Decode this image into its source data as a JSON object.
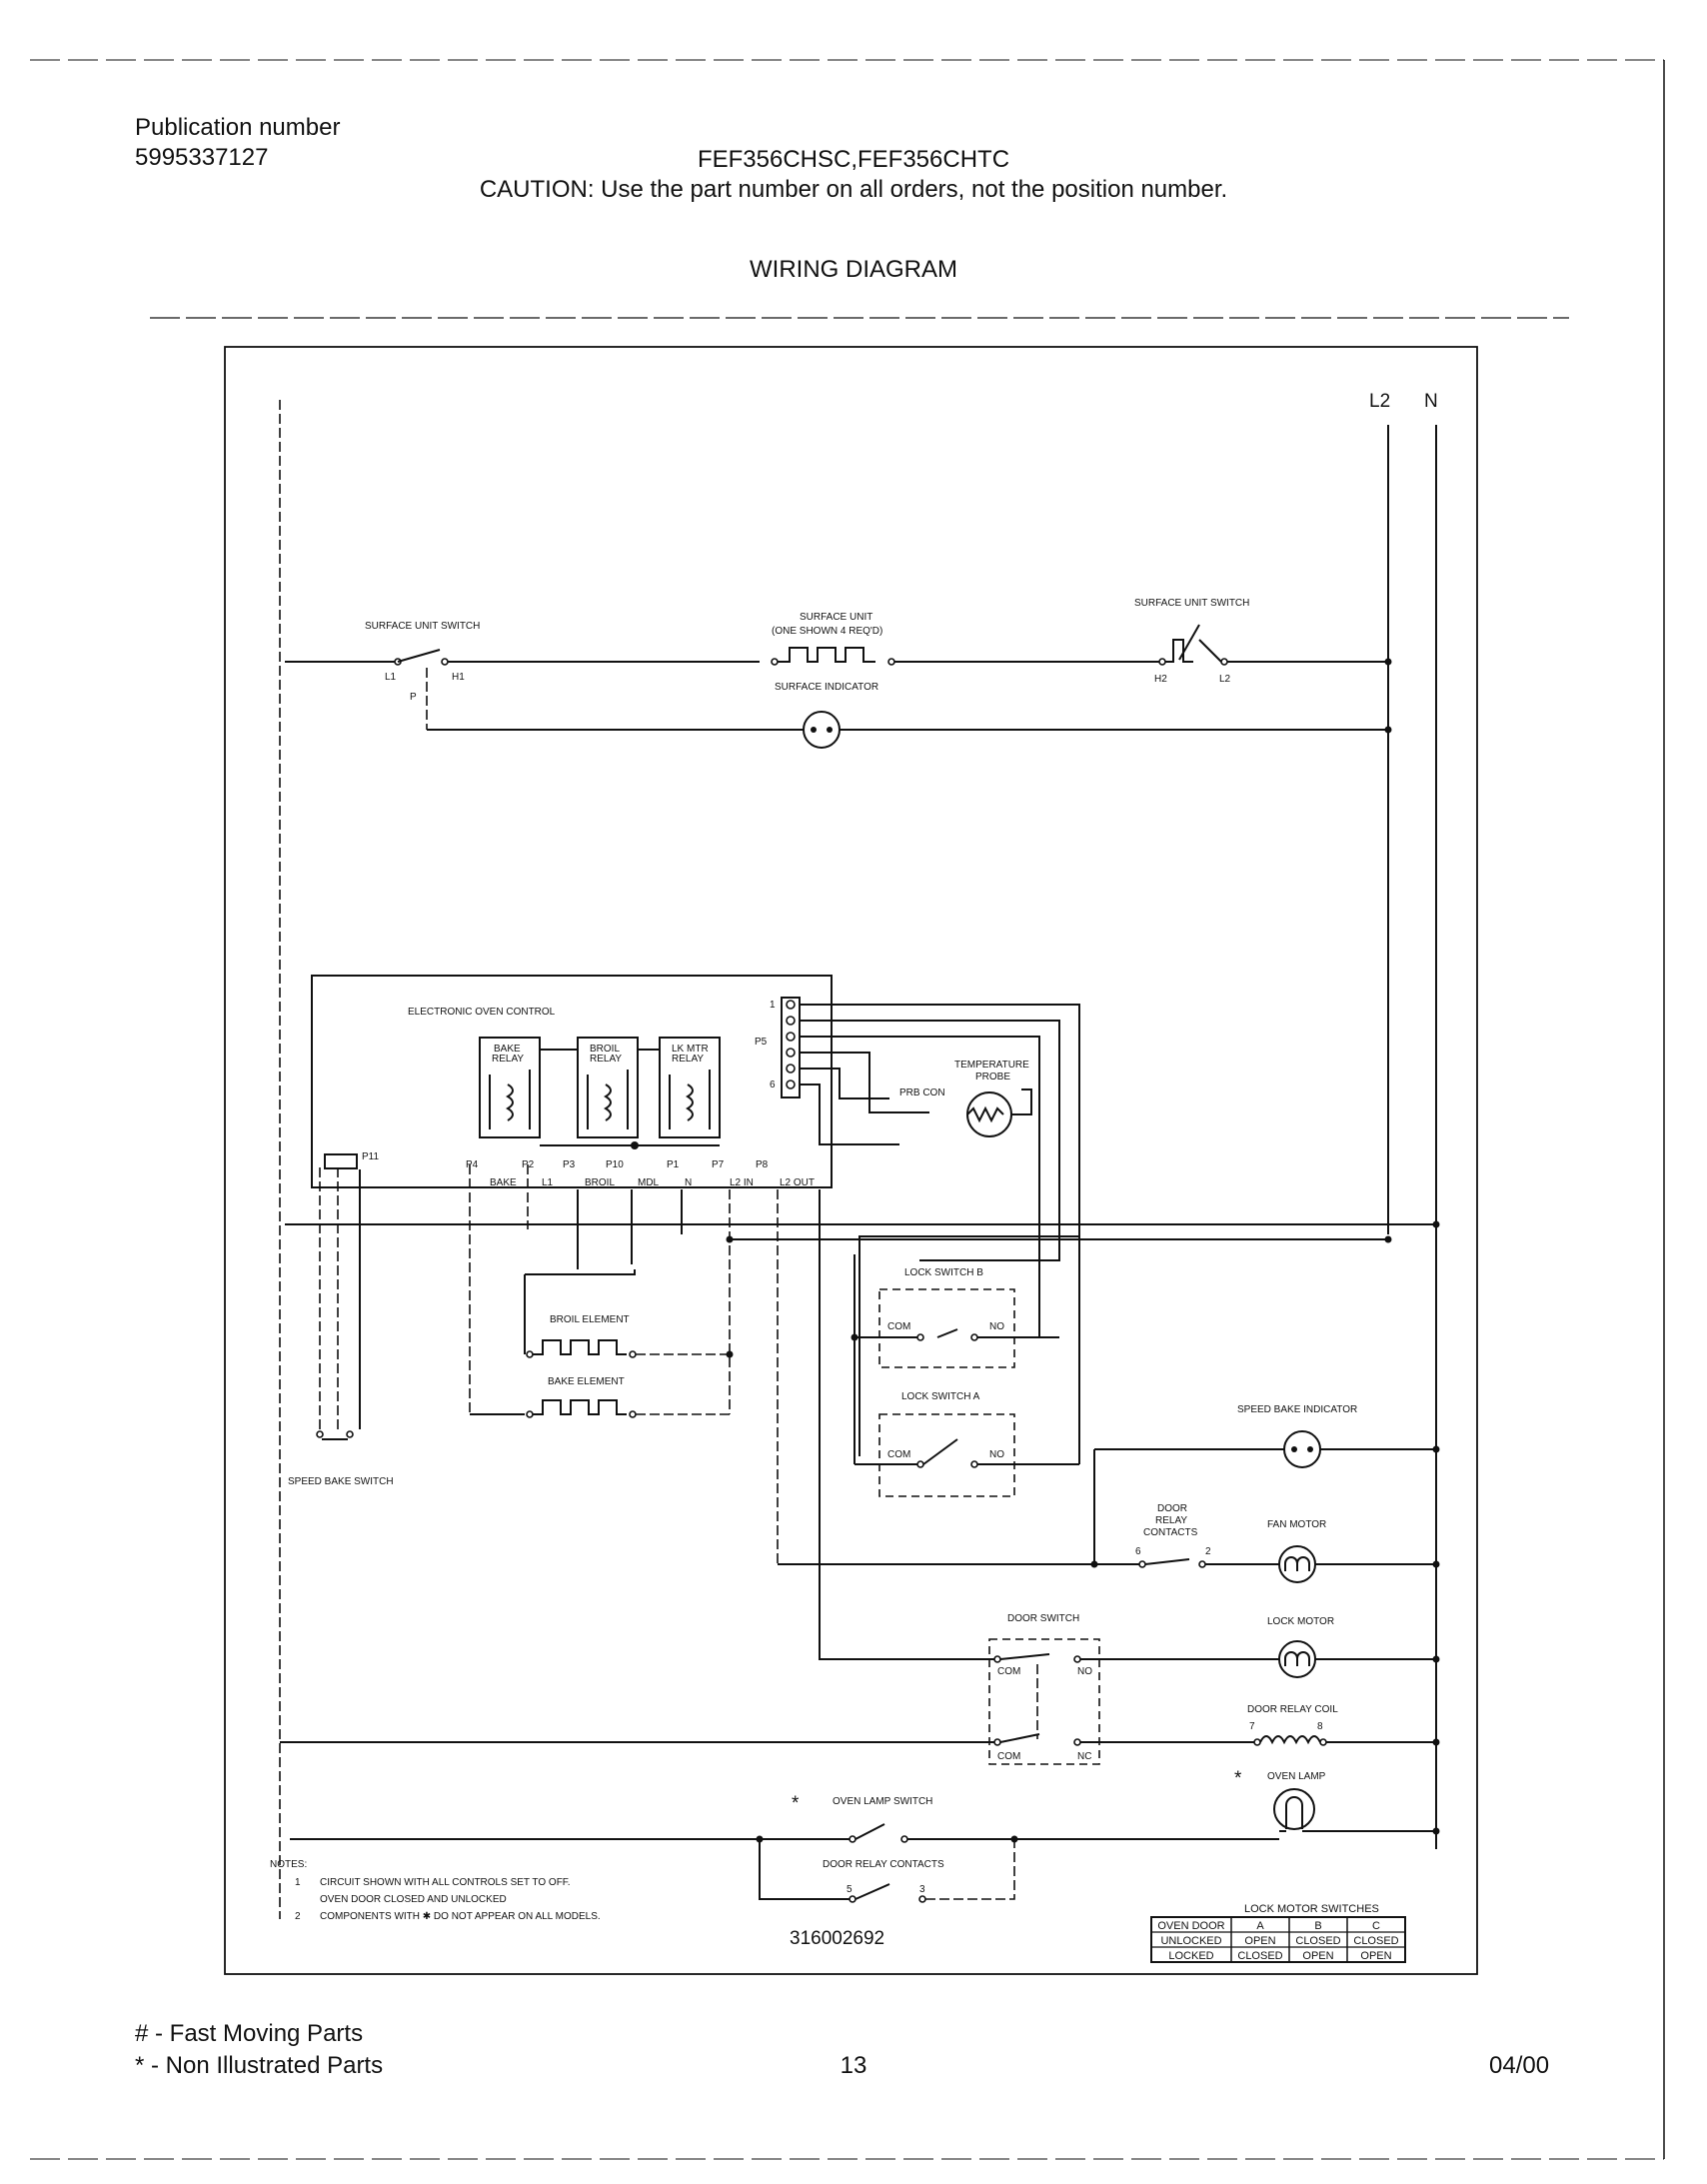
{
  "header": {
    "publication_label": "Publication number",
    "publication_number": "5995337127",
    "models": "FEF356CHSC,FEF356CHTC",
    "caution": "CAUTION:  Use the part number on all orders, not the position number.",
    "title": "WIRING DIAGRAM"
  },
  "diagram": {
    "lines": {
      "l2": "L2",
      "n": "N"
    },
    "surface": {
      "switch_left": "SURFACE UNIT SWITCH",
      "switch_left_h1": "H1",
      "switch_left_l1": "L1",
      "switch_left_p": "P",
      "unit_line1": "SURFACE UNIT",
      "unit_line2": "(ONE SHOWN 4 REQ'D)",
      "indicator": "SURFACE INDICATOR",
      "switch_right": "SURFACE UNIT SWITCH",
      "switch_right_h2": "H2",
      "switch_right_l2": "L2"
    },
    "control": {
      "title": "ELECTRONIC OVEN CONTROL",
      "bake_relay_1": "BAKE",
      "bake_relay_2": "RELAY",
      "broil_relay_1": "BROIL",
      "broil_relay_2": "RELAY",
      "lk_relay_1": "LK MTR",
      "lk_relay_2": "RELAY",
      "p4": "P4",
      "p2": "P2",
      "p3": "P3",
      "p10": "P10",
      "p1": "P1",
      "p7": "P7",
      "p8": "P8",
      "bake": "BAKE",
      "l1": "L1",
      "broil": "BROIL",
      "mdl": "MDL",
      "n": "N",
      "l2in": "L2 IN",
      "l2out": "L2 OUT",
      "p5": "P5",
      "pin1": "1",
      "pin6": "6",
      "p11": "P11"
    },
    "probe": {
      "label_1": "TEMPERATURE",
      "label_2": "PROBE",
      "con": "PRB CON"
    },
    "elements": {
      "broil": "BROIL ELEMENT",
      "bake": "BAKE ELEMENT"
    },
    "speed_bake_switch": "SPEED BAKE SWITCH",
    "lock_switch_b": {
      "label": "LOCK SWITCH B",
      "com": "COM",
      "no": "NO"
    },
    "lock_switch_a": {
      "label": "LOCK SWITCH A",
      "com": "COM",
      "no": "NO"
    },
    "speed_bake_indicator": "SPEED BAKE INDICATOR",
    "door_relay_contacts_1": "DOOR",
    "door_relay_contacts_2": "RELAY",
    "door_relay_contacts_3": "CONTACTS",
    "door_relay_contacts_6": "6",
    "door_relay_contacts_2n": "2",
    "fan_motor": "FAN MOTOR",
    "door_switch": {
      "label": "DOOR SWITCH",
      "com": "COM",
      "no": "NO",
      "nc": "NC"
    },
    "lock_motor": "LOCK MOTOR",
    "door_relay_coil": {
      "label": "DOOR RELAY COIL",
      "t7": "7",
      "t8": "8"
    },
    "oven_lamp": "OVEN LAMP",
    "oven_lamp_switch": "OVEN LAMP SWITCH",
    "door_relay_contacts_bottom": {
      "label": "DOOR RELAY CONTACTS",
      "t5": "5",
      "t3": "3"
    },
    "asterisk": "*",
    "notes": {
      "title": "NOTES:",
      "n1_num": "1",
      "n1_a": "CIRCUIT SHOWN WITH ALL CONTROLS SET TO OFF.",
      "n1_b": "OVEN DOOR CLOSED AND UNLOCKED",
      "n2_num": "2",
      "n2": "COMPONENTS WITH  ✱  DO NOT APPEAR ON ALL MODELS."
    },
    "drawing_number": "316002692",
    "lock_motor_switches": {
      "title": "LOCK MOTOR SWITCHES",
      "headers": [
        "OVEN DOOR",
        "A",
        "B",
        "C"
      ],
      "rows": [
        [
          "UNLOCKED",
          "OPEN",
          "CLOSED",
          "CLOSED"
        ],
        [
          "LOCKED",
          "CLOSED",
          "OPEN",
          "OPEN"
        ]
      ]
    }
  },
  "footer": {
    "fast_moving": "# - Fast Moving Parts",
    "non_illustrated": "* - Non Illustrated Parts",
    "page": "13",
    "date": "04/00"
  }
}
